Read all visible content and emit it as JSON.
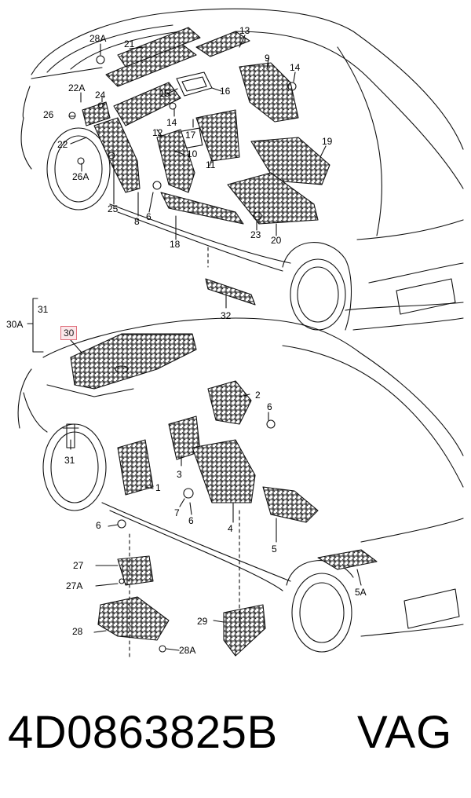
{
  "colors": {
    "line": "#111111",
    "callout_highlight_border": "#e06f7c",
    "callout_highlight_fill": "#fbe7ea"
  },
  "diagram": {
    "callouts": [
      {
        "id": "c13",
        "text": "13"
      },
      {
        "id": "c28a_top",
        "text": "28A"
      },
      {
        "id": "c21",
        "text": "21"
      },
      {
        "id": "c9",
        "text": "9"
      },
      {
        "id": "c14_right",
        "text": "14"
      },
      {
        "id": "c22a",
        "text": "22A"
      },
      {
        "id": "c24",
        "text": "24"
      },
      {
        "id": "c15",
        "text": "15"
      },
      {
        "id": "c16",
        "text": "16"
      },
      {
        "id": "c26",
        "text": "26"
      },
      {
        "id": "c14_mid",
        "text": "14"
      },
      {
        "id": "c17",
        "text": "17"
      },
      {
        "id": "c12",
        "text": "12"
      },
      {
        "id": "c10",
        "text": "10"
      },
      {
        "id": "c22",
        "text": "22"
      },
      {
        "id": "c11",
        "text": "11"
      },
      {
        "id": "c19",
        "text": "19"
      },
      {
        "id": "c26a",
        "text": "26A"
      },
      {
        "id": "c25",
        "text": "25"
      },
      {
        "id": "c8",
        "text": "8"
      },
      {
        "id": "c6_top",
        "text": "6"
      },
      {
        "id": "c23",
        "text": "23"
      },
      {
        "id": "c18",
        "text": "18"
      },
      {
        "id": "c20",
        "text": "20"
      },
      {
        "id": "c32",
        "text": "32"
      },
      {
        "id": "c31_top",
        "text": "31"
      },
      {
        "id": "c30a",
        "text": "30A"
      },
      {
        "id": "c30",
        "text": "30"
      },
      {
        "id": "c2",
        "text": "2"
      },
      {
        "id": "c6_right",
        "text": "6"
      },
      {
        "id": "c31_low",
        "text": "31"
      },
      {
        "id": "c3",
        "text": "3"
      },
      {
        "id": "c1",
        "text": "1"
      },
      {
        "id": "c7",
        "text": "7"
      },
      {
        "id": "c6_mid",
        "text": "6"
      },
      {
        "id": "c4",
        "text": "4"
      },
      {
        "id": "c6_left",
        "text": "6"
      },
      {
        "id": "c5",
        "text": "5"
      },
      {
        "id": "c27",
        "text": "27"
      },
      {
        "id": "c27a",
        "text": "27A"
      },
      {
        "id": "c5a",
        "text": "5A"
      },
      {
        "id": "c29",
        "text": "29"
      },
      {
        "id": "c28",
        "text": "28"
      },
      {
        "id": "c28a_bottom",
        "text": "28A"
      }
    ]
  },
  "footer": {
    "part_number": "4D0863825B",
    "brand": "VAG"
  }
}
